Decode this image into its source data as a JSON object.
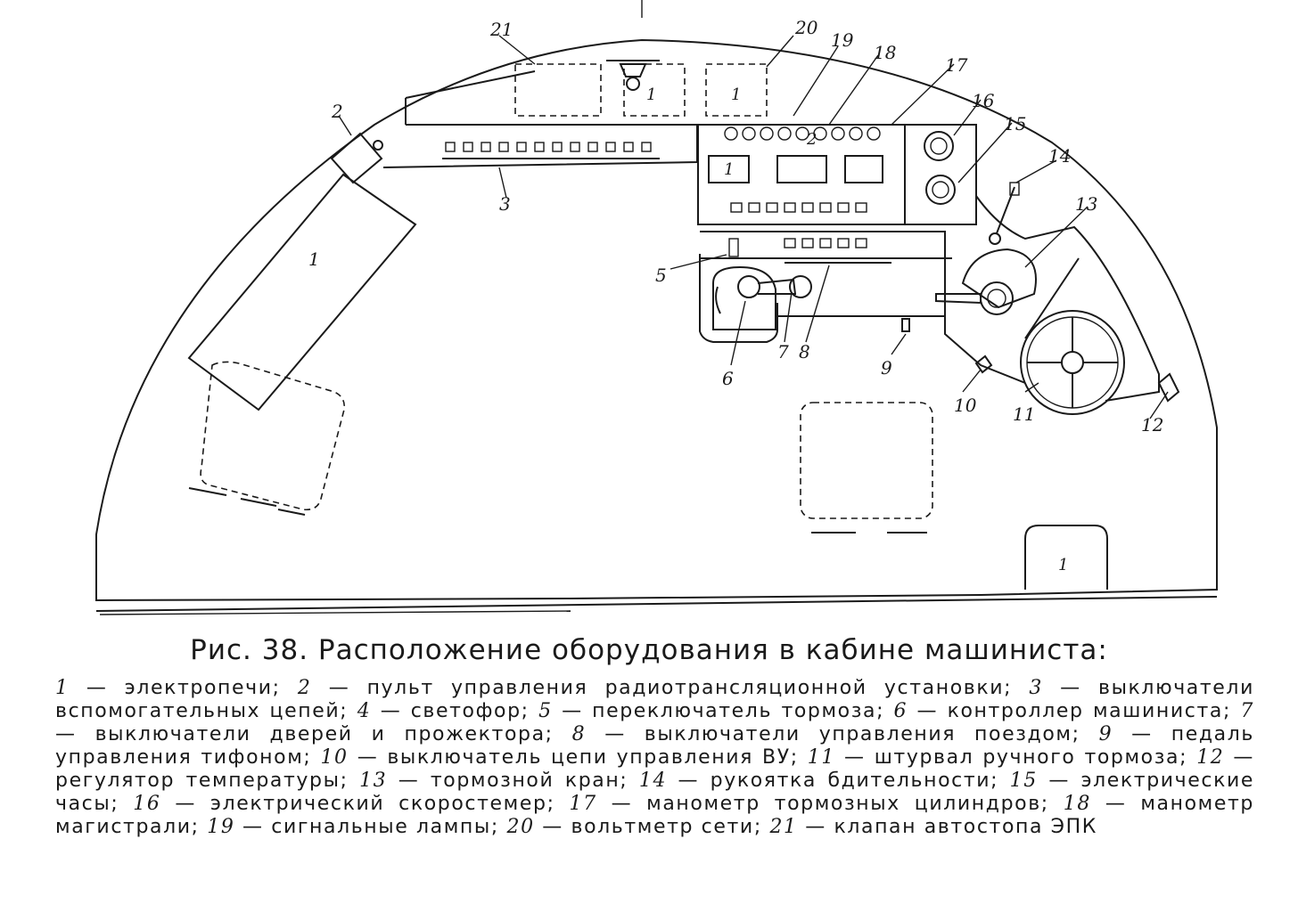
{
  "figure": {
    "callouts": [
      "1",
      "2",
      "3",
      "5",
      "6",
      "7",
      "8",
      "9",
      "10",
      "11",
      "12",
      "13",
      "14",
      "15",
      "16",
      "17",
      "18",
      "19",
      "20",
      "21"
    ],
    "inner_labels": [
      "1",
      "1",
      "1",
      "1",
      "2"
    ]
  },
  "caption": {
    "title": "Рис. 38. Расположение оборудования в кабине машиниста:",
    "items": [
      {
        "num": "1",
        "text": "электропечи;"
      },
      {
        "num": "2",
        "text": "пульт управления радиотрансляционной установки;"
      },
      {
        "num": "3",
        "text": "выключатели вспомогательных цепей;"
      },
      {
        "num": "4",
        "text": "светофор;"
      },
      {
        "num": "5",
        "text": "переключатель тормоза;"
      },
      {
        "num": "6",
        "text": "контроллер машиниста;"
      },
      {
        "num": "7",
        "text": "выключатели дверей и прожектора;"
      },
      {
        "num": "8",
        "text": "выключатели управления поездом;"
      },
      {
        "num": "9",
        "text": "педаль управления тифоном;"
      },
      {
        "num": "10",
        "text": "выключатель цепи управления ВУ;"
      },
      {
        "num": "11",
        "text": "штурвал ручного тормоза;"
      },
      {
        "num": "12",
        "text": "регулятор температуры;"
      },
      {
        "num": "13",
        "text": "тормозной кран;"
      },
      {
        "num": "14",
        "text": "рукоятка бдительности;"
      },
      {
        "num": "15",
        "text": "электрические часы;"
      },
      {
        "num": "16",
        "text": "электрический скоростемер;"
      },
      {
        "num": "17",
        "text": "манометр тормозных цилиндров;"
      },
      {
        "num": "18",
        "text": "манометр магистрали;"
      },
      {
        "num": "19",
        "text": "сигнальные лампы;"
      },
      {
        "num": "20",
        "text": "вольтметр сети;"
      },
      {
        "num": "21",
        "text": "клапан автостопа ЭПК"
      }
    ]
  }
}
